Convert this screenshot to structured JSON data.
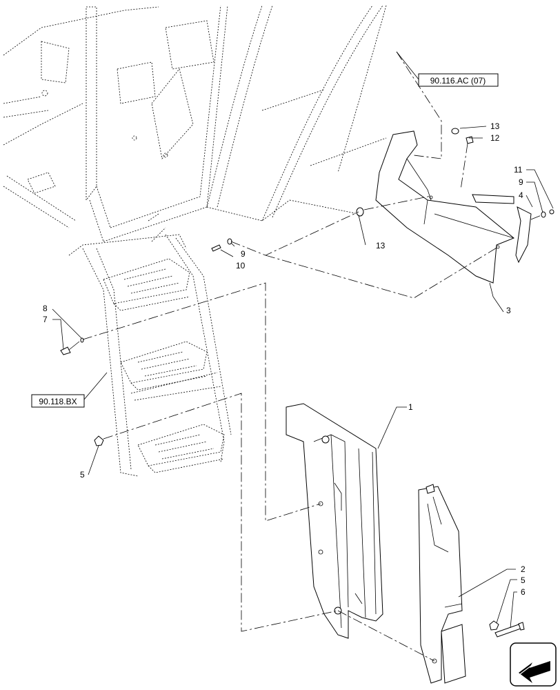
{
  "references": {
    "ref_fender": "90.116.AC (07)",
    "ref_steps": "90.118.BX"
  },
  "callouts": {
    "c1": "1",
    "c2": "2",
    "c3": "3",
    "c4": "4",
    "c5a": "5",
    "c5b": "5",
    "c6": "6",
    "c7": "7",
    "c8": "8",
    "c9a": "9",
    "c9b": "9",
    "c10": "10",
    "c11": "11",
    "c12": "12",
    "c13a": "13",
    "c13b": "13"
  },
  "nav_icon": "arrow-back-icon"
}
